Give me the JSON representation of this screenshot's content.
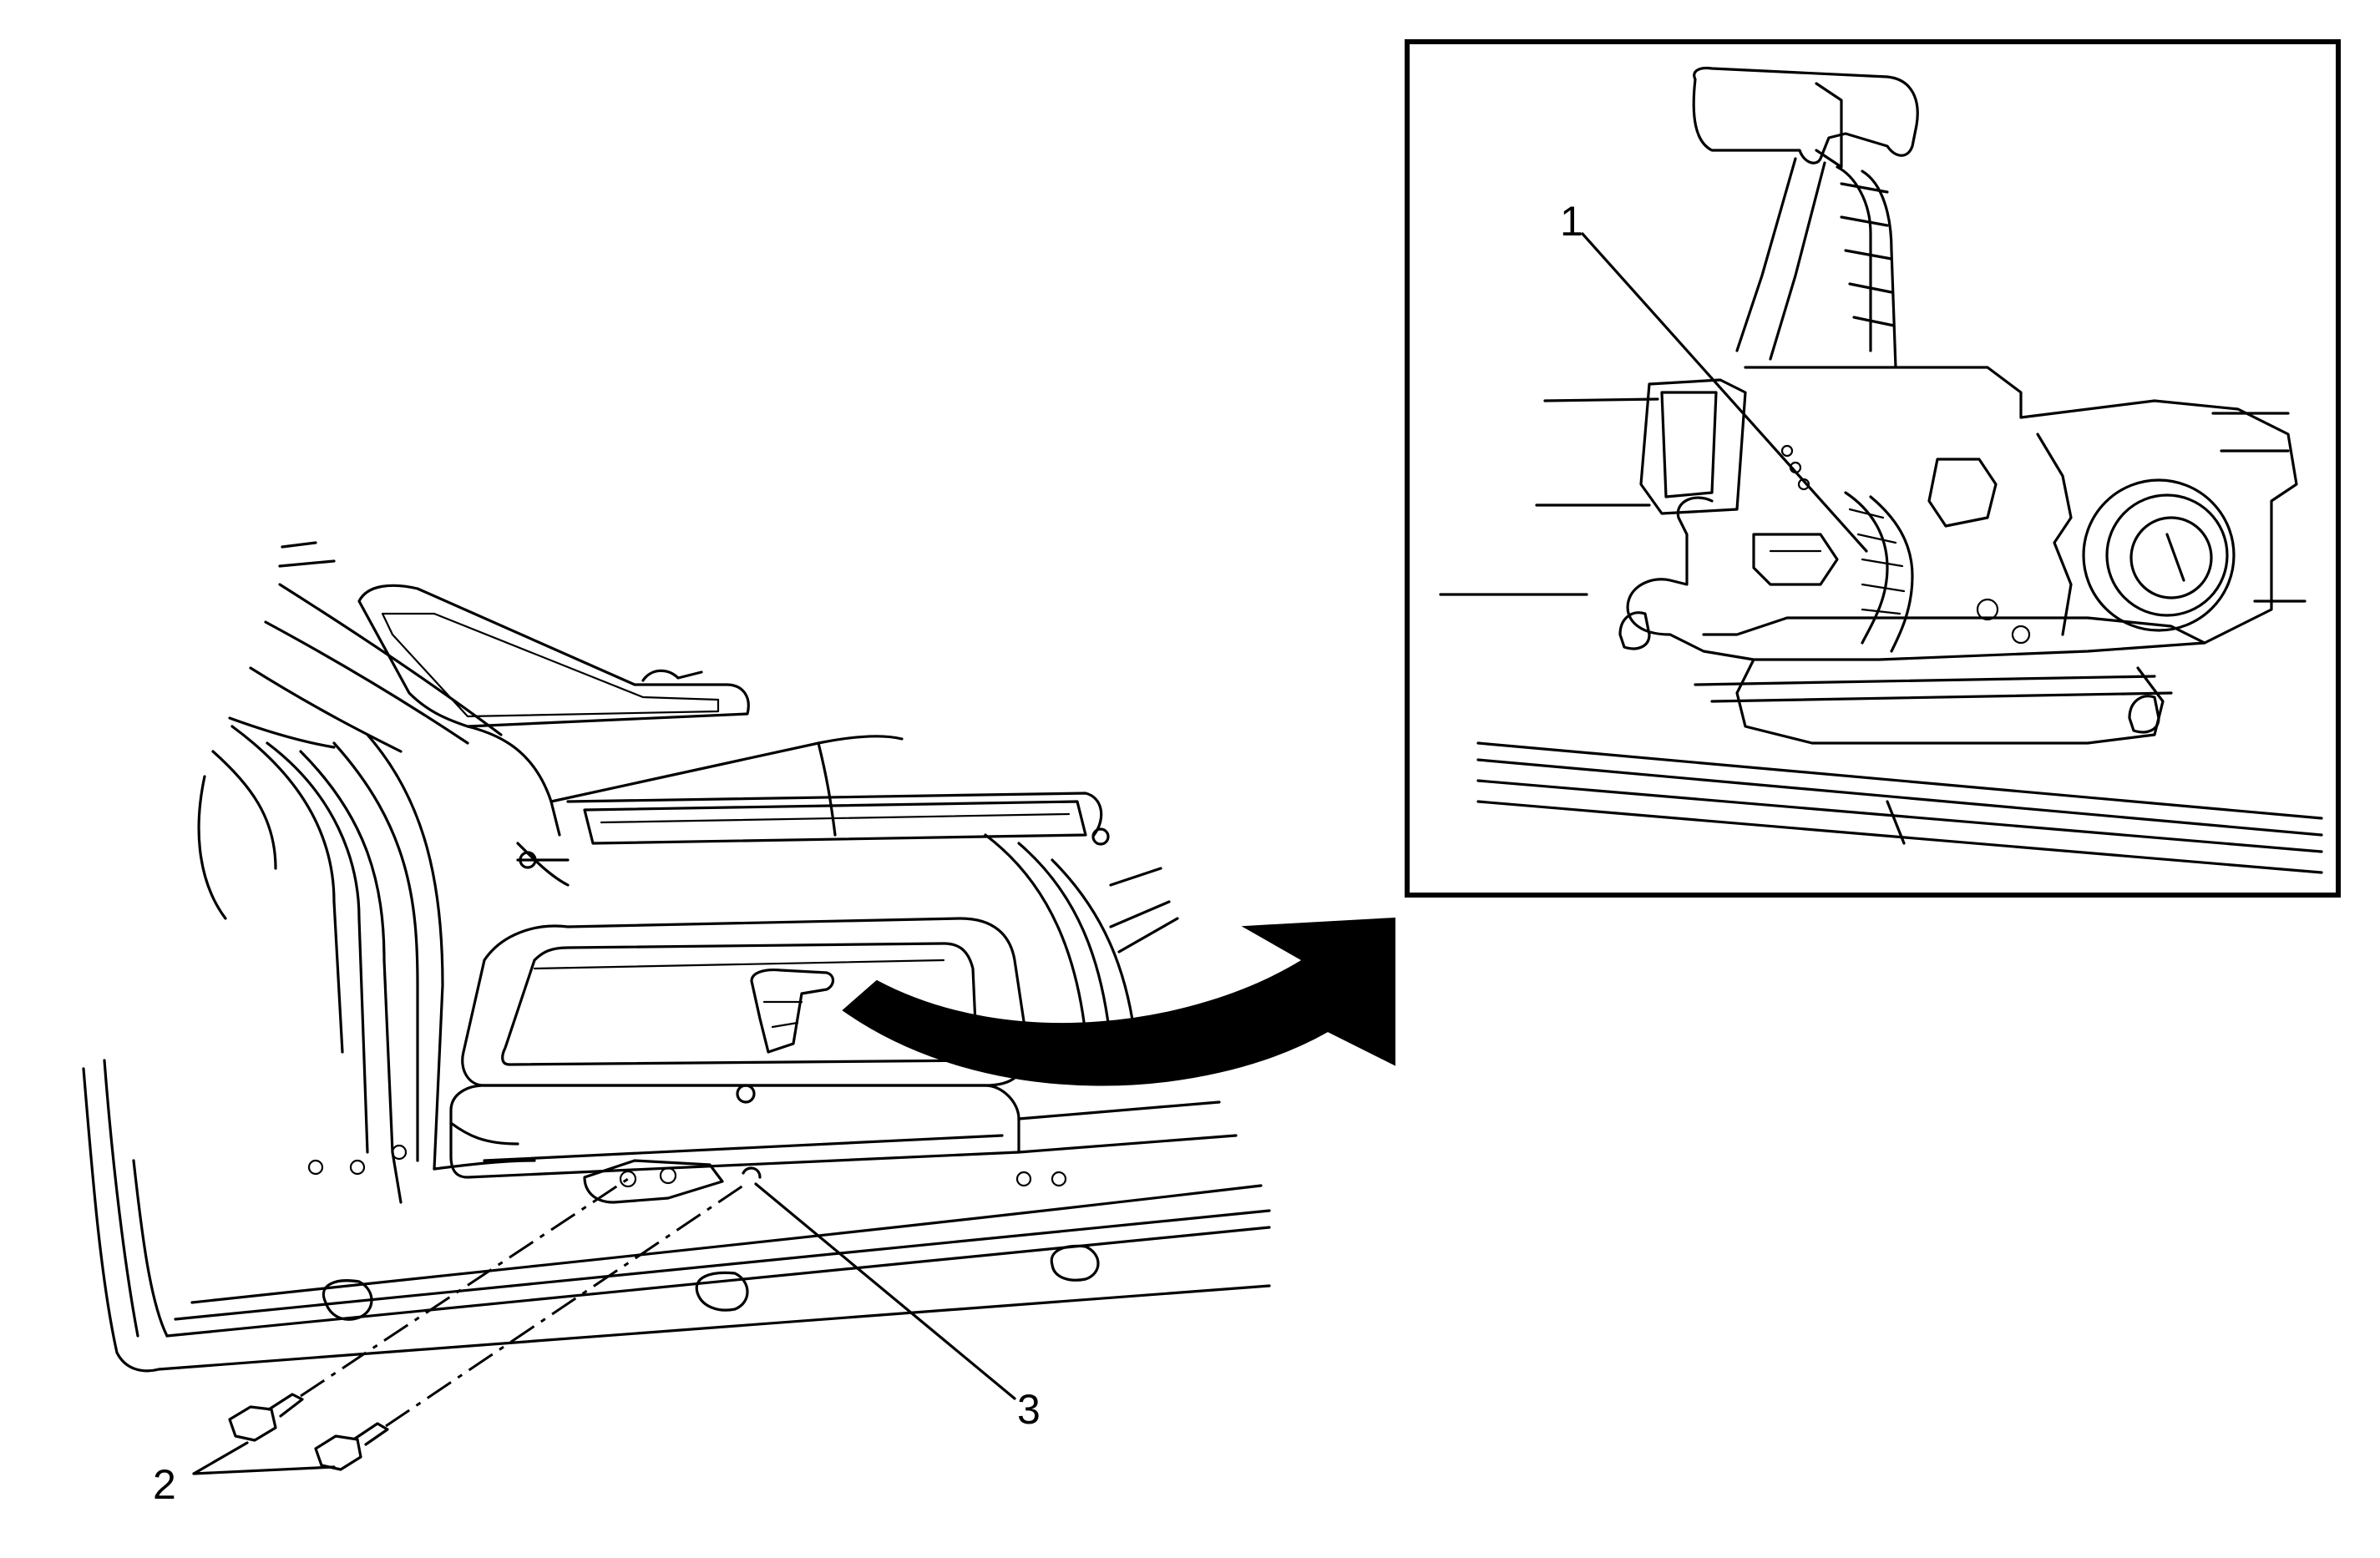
{
  "callouts": [
    {
      "id": "latch",
      "number": "1"
    },
    {
      "id": "bolts",
      "number": "2"
    },
    {
      "id": "striker",
      "number": "3"
    }
  ],
  "colors": {
    "ink": "#000000",
    "paper": "#ffffff"
  }
}
